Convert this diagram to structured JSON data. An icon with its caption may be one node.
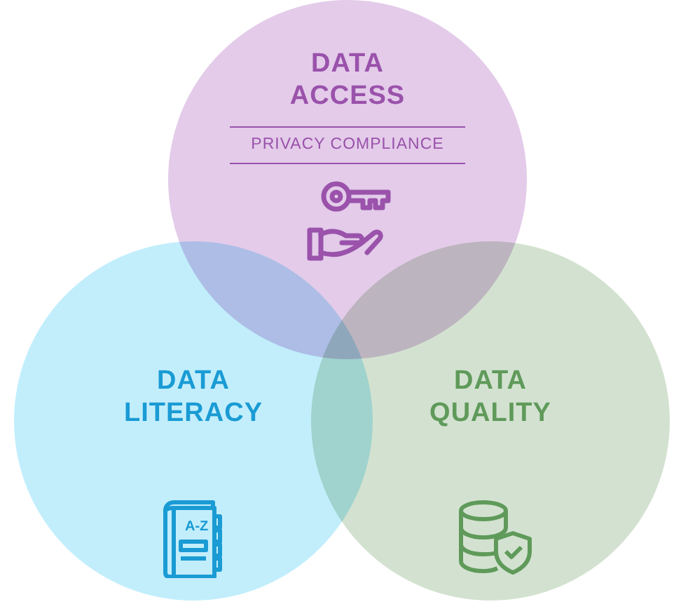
{
  "diagram": {
    "nodes": [
      {
        "text": [
          "DATA ACCESS",
          "PRIVACY COMPLIANCE"
        ]
      },
      {
        "text": [
          "DATA LITERACY"
        ]
      },
      {
        "text": [
          "DATA QUALITY"
        ]
      }
    ],
    "labels": [
      "A-Z"
    ]
  }
}
